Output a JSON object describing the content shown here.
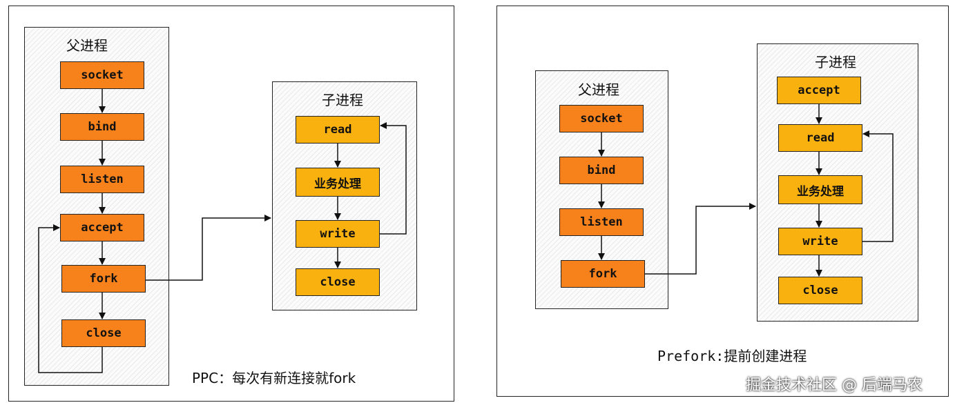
{
  "left": {
    "parent_title": "父进程",
    "parent_steps": [
      "socket",
      "bind",
      "listen",
      "accept",
      "fork",
      "close"
    ],
    "child_title": "子进程",
    "child_steps": [
      "read",
      "业务处理",
      "write",
      "close"
    ],
    "caption": "PPC：每次有新连接就fork"
  },
  "right": {
    "parent_title": "父进程",
    "parent_steps": [
      "socket",
      "bind",
      "listen",
      "fork"
    ],
    "child_title": "子进程",
    "child_steps": [
      "accept",
      "read",
      "业务处理",
      "write",
      "close"
    ],
    "caption": "Prefork:提前创建进程"
  },
  "watermark": "掘金技术社区 @ 后端马农",
  "colors": {
    "parent_box": "#f7821b",
    "child_box": "#f9b10f"
  }
}
